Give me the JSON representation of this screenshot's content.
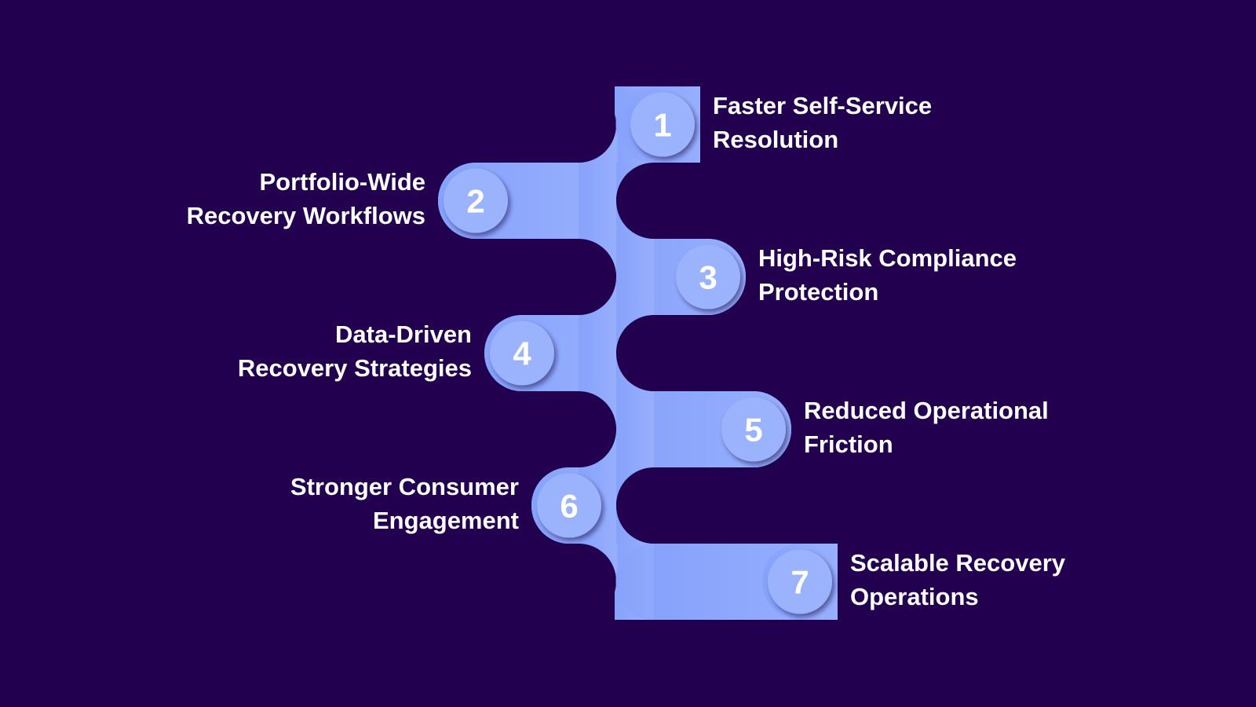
{
  "colors": {
    "background": "#22004f",
    "path_fill": "#8ea8fb",
    "circle_fill": "#9bb3fc",
    "circle_shadow": "#1b0a55",
    "text": "#ffffff"
  },
  "steps": [
    {
      "number": "1",
      "line1": "Faster Self-Service",
      "line2": "Resolution",
      "side": "right"
    },
    {
      "number": "2",
      "line1": "Portfolio-Wide",
      "line2": "Recovery Workflows",
      "side": "left"
    },
    {
      "number": "3",
      "line1": "High-Risk Compliance",
      "line2": "Protection",
      "side": "right"
    },
    {
      "number": "4",
      "line1": "Data-Driven",
      "line2": "Recovery Strategies",
      "side": "left"
    },
    {
      "number": "5",
      "line1": "Reduced Operational",
      "line2": "Friction",
      "side": "right"
    },
    {
      "number": "6",
      "line1": "Stronger Consumer",
      "line2": "Engagement",
      "side": "left"
    },
    {
      "number": "7",
      "line1": "Scalable Recovery",
      "line2": "Operations",
      "side": "right"
    }
  ]
}
